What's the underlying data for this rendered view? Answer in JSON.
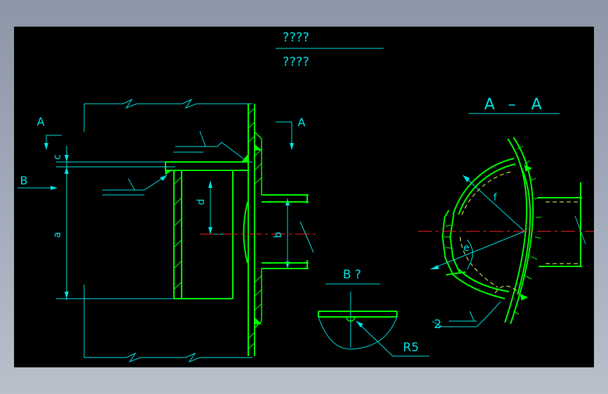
{
  "title": {
    "top": "????",
    "bottom": "????"
  },
  "section_label": {
    "left": "A",
    "dash": "–",
    "right": "A"
  },
  "section_marks": {
    "left": "A",
    "right": "A"
  },
  "view_arrow": "B",
  "detail_title": "B ?",
  "dimensions": {
    "a": "a",
    "b": "b",
    "c": "c",
    "d": "d",
    "e": "e",
    "f": "f"
  },
  "detail_radius": "R5",
  "weld_count": "2",
  "colors": {
    "structure": "#00ff00",
    "dimension": "#00e5e5",
    "centerline": "#ff2020",
    "hidden": "#ffff66",
    "background": "#000000"
  }
}
